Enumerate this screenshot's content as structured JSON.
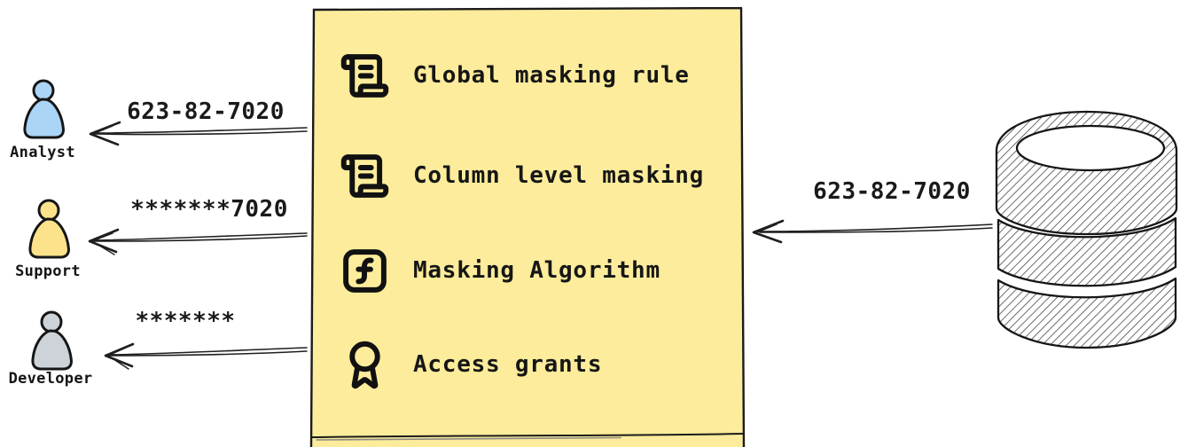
{
  "personas": [
    {
      "name": "Analyst",
      "masked_value": "623-82-7020",
      "color": "#abd5f6"
    },
    {
      "name": "Support",
      "masked_value": "*******7020",
      "color": "#fce38b"
    },
    {
      "name": "Developer",
      "masked_value": "*******",
      "color": "#cdd3d9"
    }
  ],
  "masking_box": {
    "background": "#fdec9b",
    "items": [
      {
        "icon": "scroll-text-icon",
        "label": "Global masking rule"
      },
      {
        "icon": "scroll-text-icon",
        "label": "Column level masking"
      },
      {
        "icon": "function-square-icon",
        "label": "Masking Algorithm"
      },
      {
        "icon": "award-icon",
        "label": "Access grants"
      }
    ]
  },
  "database": {
    "icon": "database-icon",
    "outgoing_value": "623-82-7020"
  },
  "colors": {
    "ink": "#1a1a1a",
    "hatch": "#3d3d3d"
  }
}
